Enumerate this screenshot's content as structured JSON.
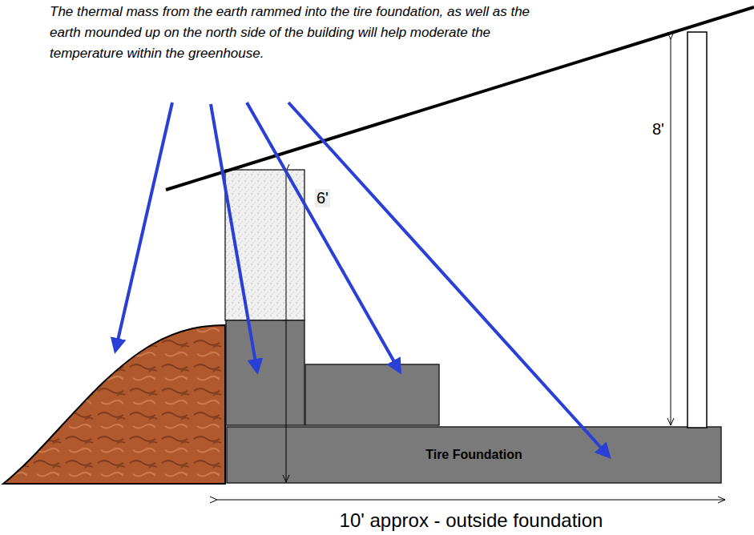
{
  "diagram": {
    "nodes": [
      {
        "text": [
          "Tire Foundation"
        ]
      }
    ],
    "labels": [
      "The thermal mass from the earth rammed into the tire foundation, as well as the earth mounded up on the north side of the building will help moderate the temperature within the greenhouse.",
      "8'",
      "6'",
      "10' approx - outside foundation"
    ]
  }
}
